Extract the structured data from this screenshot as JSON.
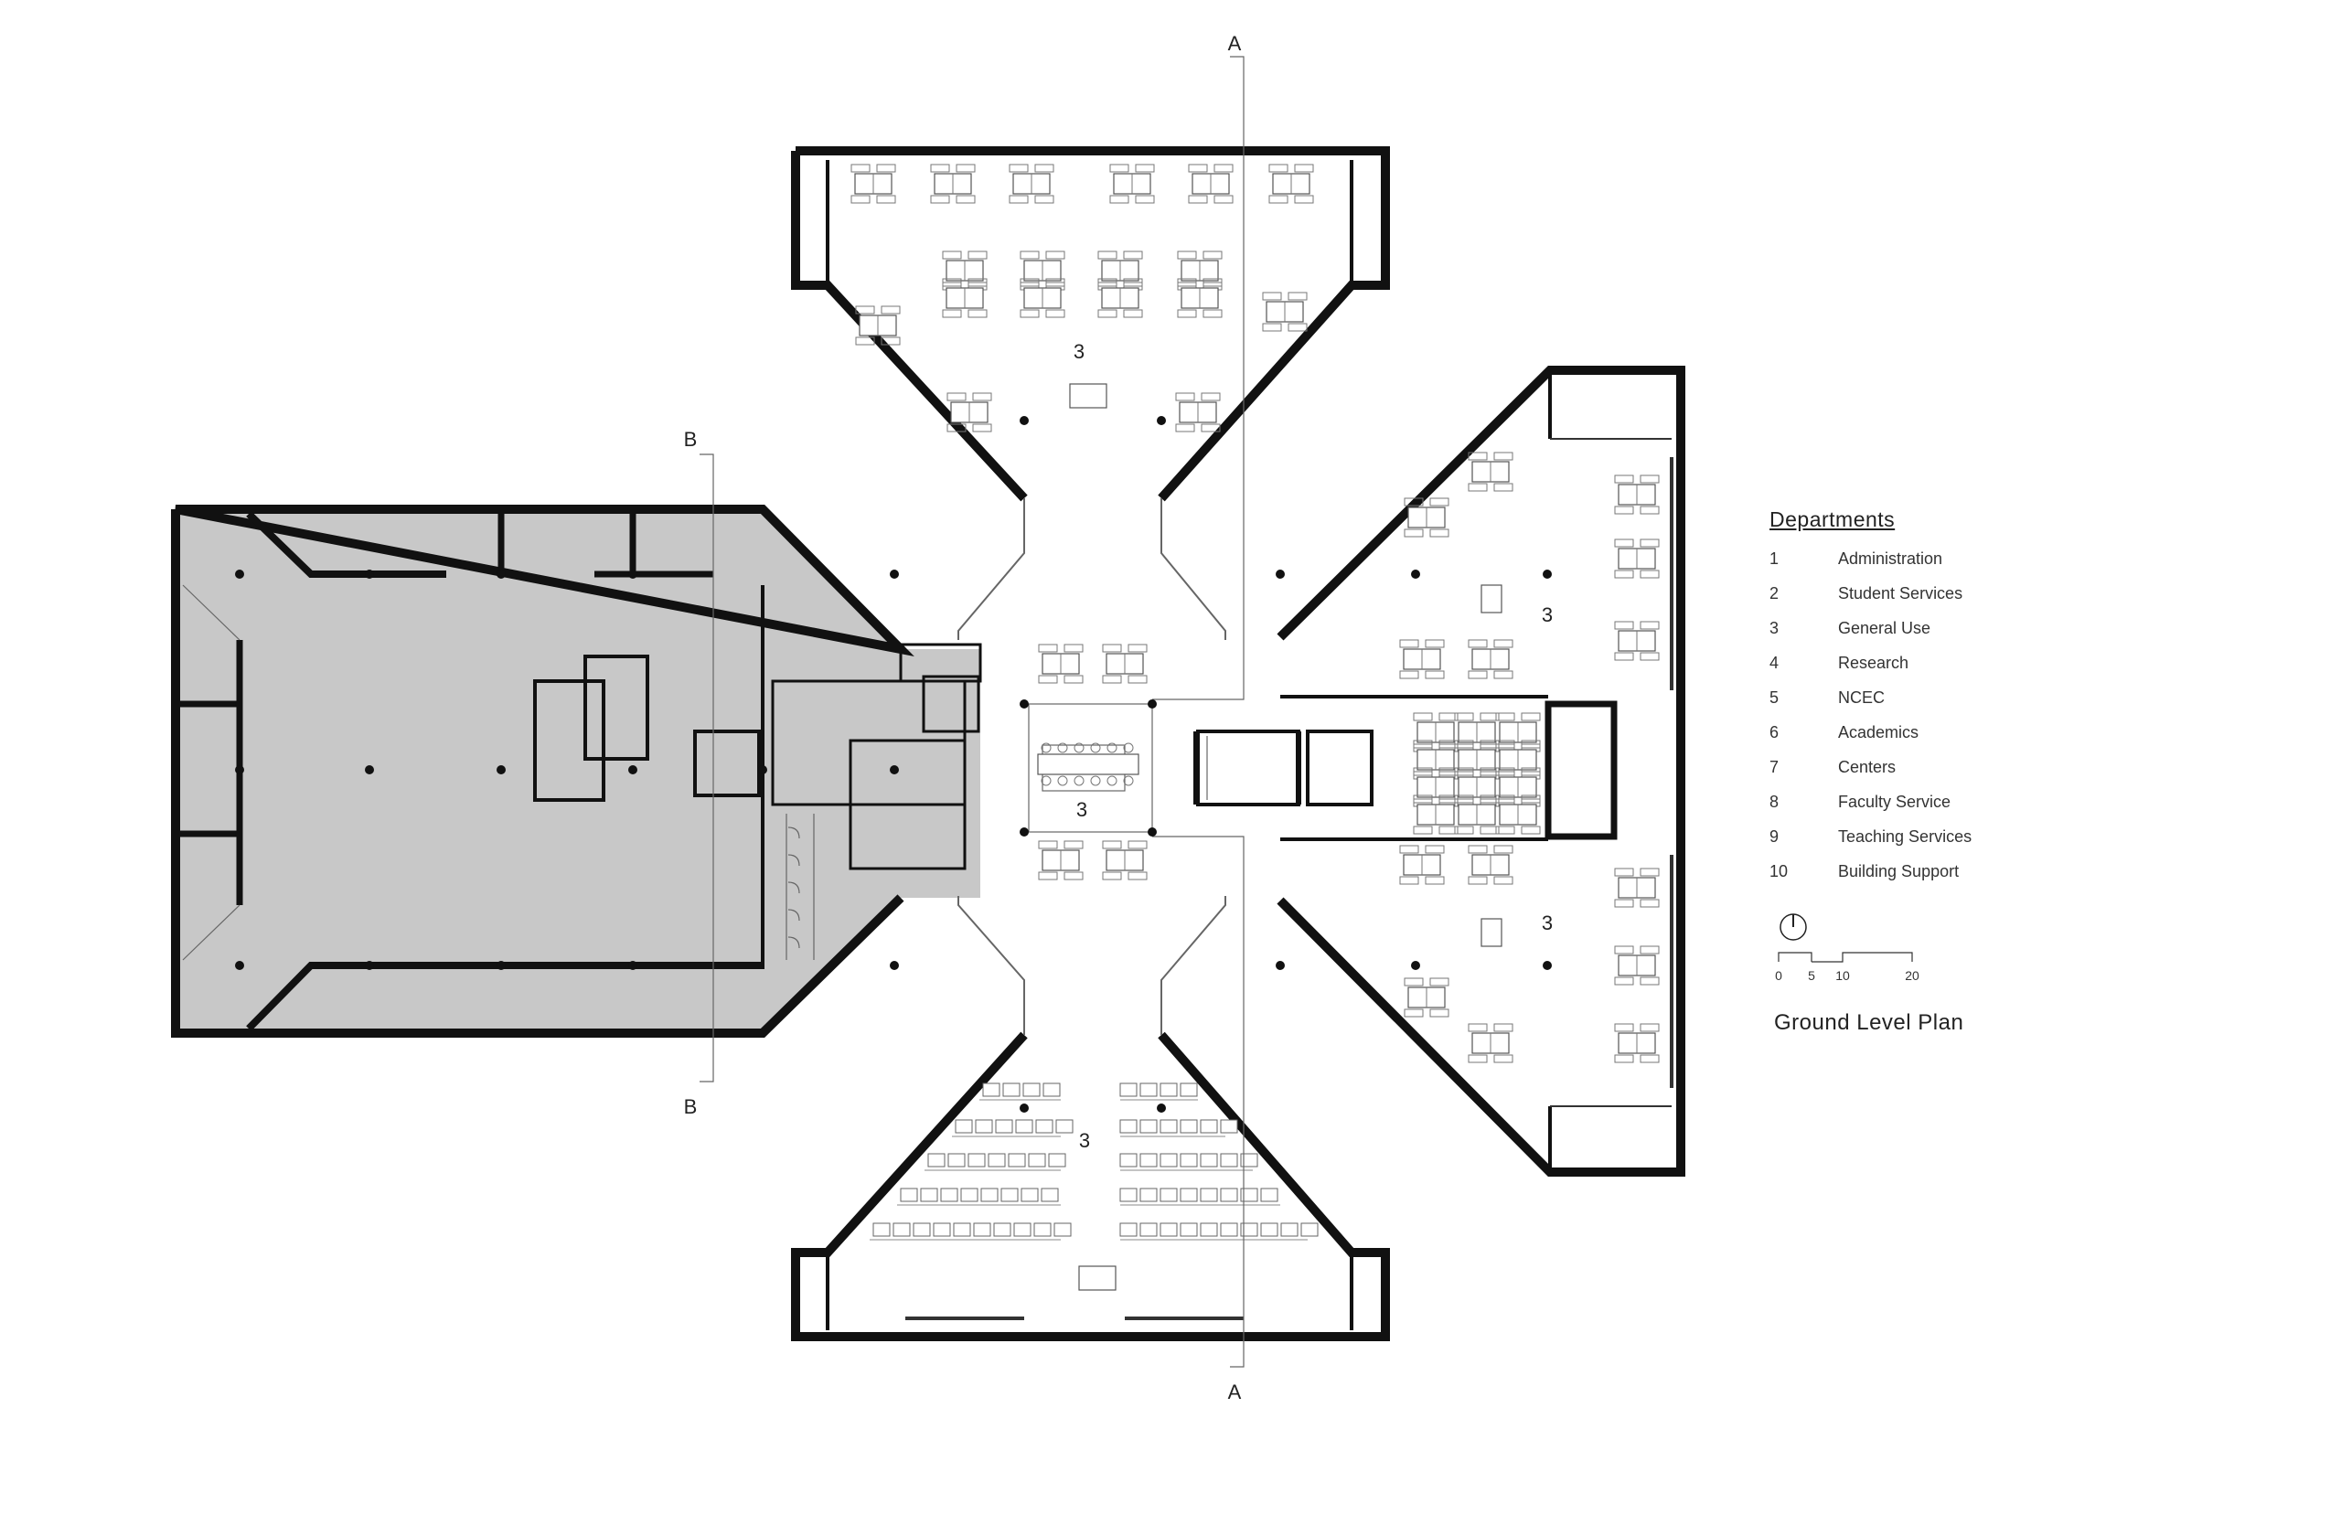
{
  "section_marks": {
    "a_top": "A",
    "a_bottom": "A",
    "b_top": "B",
    "b_bottom": "B"
  },
  "room_labels": [
    "3",
    "3",
    "3",
    "3",
    "3"
  ],
  "legend": {
    "title": "Departments",
    "items": [
      {
        "num": "1",
        "label": "Administration"
      },
      {
        "num": "2",
        "label": "Student Services"
      },
      {
        "num": "3",
        "label": "General Use"
      },
      {
        "num": "4",
        "label": "Research"
      },
      {
        "num": "5",
        "label": "NCEC"
      },
      {
        "num": "6",
        "label": "Academics"
      },
      {
        "num": "7",
        "label": "Centers"
      },
      {
        "num": "8",
        "label": "Faculty Service"
      },
      {
        "num": "9",
        "label": "Teaching Services"
      },
      {
        "num": "10",
        "label": "Building Support"
      }
    ]
  },
  "scale_ticks": [
    "0",
    "5",
    "10",
    "20"
  ],
  "plan_title": "Ground Level Plan",
  "colors": {
    "shaded_area": "#c8c8c8",
    "walls": "#111111"
  }
}
